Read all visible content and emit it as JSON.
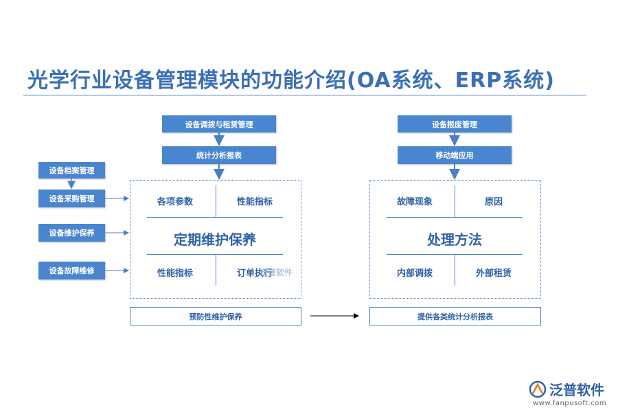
{
  "title": "光学行业设备管理模块的功能介绍(OA系统、ERP系统)",
  "left_boxes": [
    "设备档案管理",
    "设备采购管理",
    "设备维护保养",
    "设备故障维修"
  ],
  "center": {
    "top_box": "设备调拨与租赁管理",
    "second_box": "统计分析报表",
    "cells": [
      "各项参数",
      "性能指标",
      "性能指标",
      "订单执行"
    ],
    "label": "定期维护保养",
    "footer": "预防性维护保养"
  },
  "right": {
    "top_box": "设备报废管理",
    "second_box": "移动端应用",
    "cells": [
      "故障现象",
      "原因",
      "内部调拨",
      "外部租赁"
    ],
    "label": "处理方法",
    "footer": "提供各类统计分析报表"
  },
  "watermark": "泛普软件",
  "logo": {
    "name": "泛普软件",
    "url": "www.fanpusoft.com"
  },
  "colors": {
    "primary": "#4a86d0",
    "text": "#2f62a8",
    "line": "#4a7fc4"
  }
}
